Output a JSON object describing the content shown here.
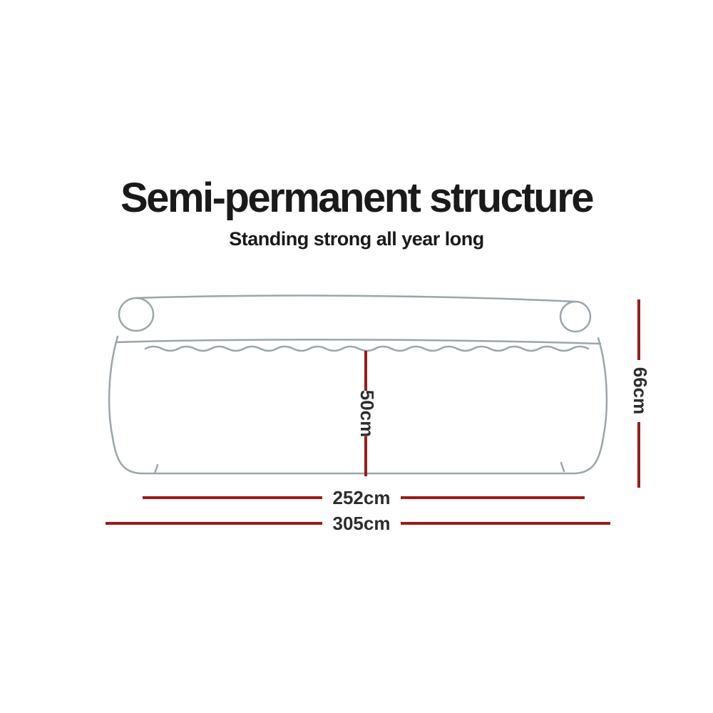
{
  "page": {
    "title": "Semi-permanent structure",
    "subtitle": "Standing strong all year long"
  },
  "diagram": {
    "type": "dimension-diagram",
    "object": "inflatable-pool-side-view",
    "dimensions": {
      "inner_depth": "50cm",
      "total_height": "66cm",
      "inner_width": "252cm",
      "outer_width": "305cm"
    },
    "colors": {
      "dimension_line": "#9b1b1b",
      "outline": "#9aa6aa",
      "label_text": "#2d2d2d",
      "background": "#ffffff"
    }
  }
}
